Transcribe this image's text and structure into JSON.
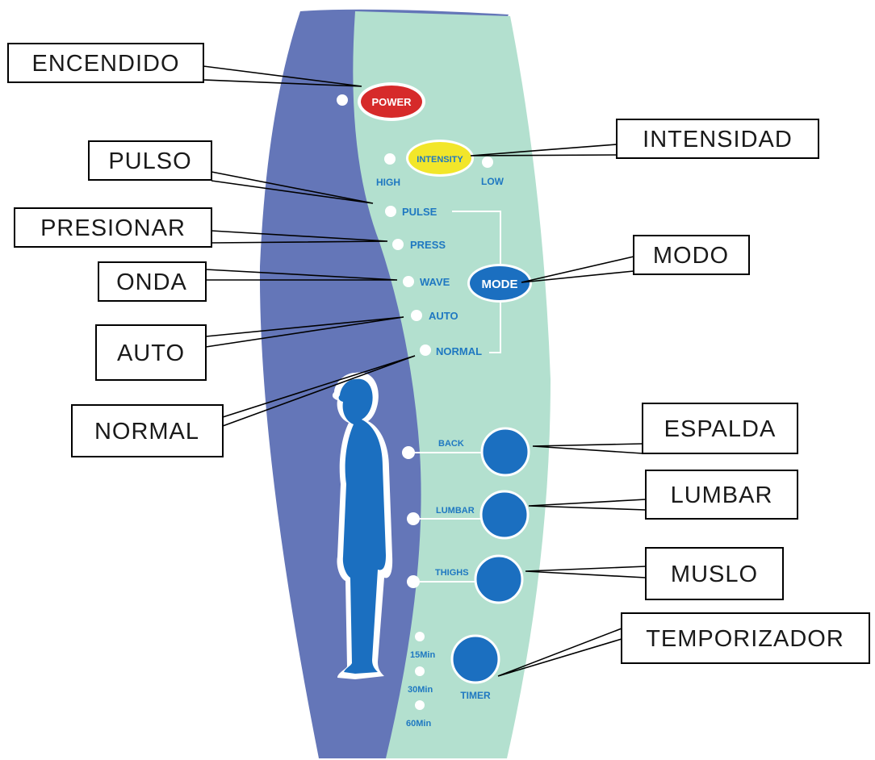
{
  "colors": {
    "panel_blue": "#6476b8",
    "panel_green": "#b3e0cf",
    "button_blue": "#1b6fc0",
    "power_red": "#d62a2a",
    "intensity_yellow": "#f2e62a",
    "label_blue": "#1f78c1"
  },
  "panel": {
    "power_button": "POWER",
    "intensity_button": "INTENSITY",
    "intensity_high": "HIGH",
    "intensity_low": "LOW",
    "mode_button": "MODE",
    "modes": {
      "pulse": "PULSE",
      "press": "PRESS",
      "wave": "WAVE",
      "auto": "AUTO",
      "normal": "NORMAL"
    },
    "zones": {
      "back": "BACK",
      "lumbar": "LUMBAR",
      "thighs": "THIGHS"
    },
    "timer_button": "TIMER",
    "timer_options": [
      "15Min",
      "30Min",
      "60Min"
    ]
  },
  "callouts": {
    "encendido": "ENCENDIDO",
    "intensidad": "INTENSIDAD",
    "pulso": "PULSO",
    "presionar": "PRESIONAR",
    "modo": "MODO",
    "onda": "ONDA",
    "auto": "AUTO",
    "normal": "NORMAL",
    "espalda": "ESPALDA",
    "lumbar": "LUMBAR",
    "muslo": "MUSLO",
    "temporizador": "TEMPORIZADOR"
  },
  "icons": {
    "body_silhouette": "human-body-icon"
  }
}
